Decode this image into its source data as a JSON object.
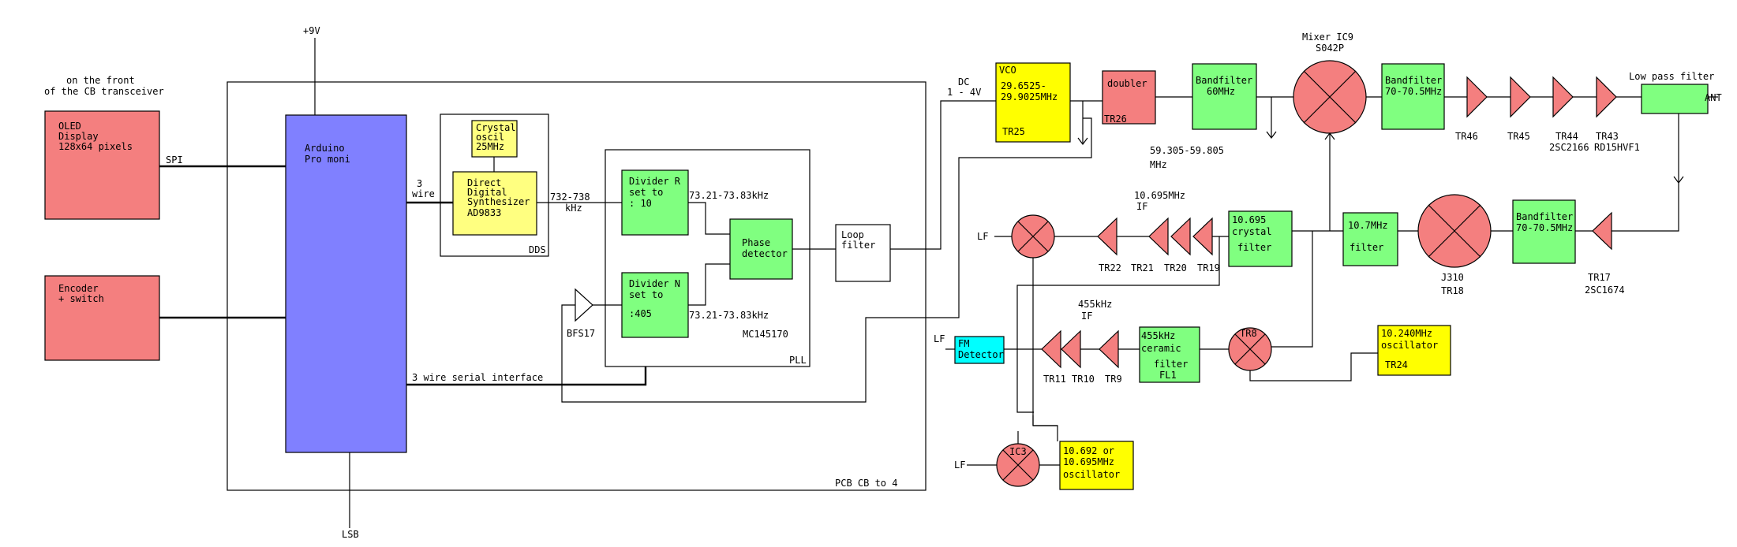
{
  "labels": {
    "plus9v": "+9V",
    "front1": "on the front",
    "front2": "of the CB transceiver",
    "oled1": "OLED",
    "oled2": "Display",
    "oled3": "128x64 pixels",
    "spi": "SPI",
    "encoder1": "Encoder",
    "encoder2": "+ switch",
    "arduino1": "Arduino",
    "arduino2": "Pro moni",
    "threewire1": "3",
    "threewire2": "wire",
    "serial": "3 wire serial interface",
    "lsb": "LSB",
    "pcb": "PCB CB to 4",
    "crystal1": "Crystal",
    "crystal2": "oscil",
    "crystal3": "25MHz",
    "dds1": "Direct",
    "dds2": "Digital",
    "dds3": "Synthesizer",
    "dds4": "AD9833",
    "dds_label": "DDS",
    "freq1": "732-738",
    "freq2": "kHz",
    "divr1": "Divider R",
    "divr2": "set to",
    "divr3": ": 10",
    "divn1": "Divider N",
    "divn2": "set to",
    "divn3": ":405",
    "f7321a": "73.21-73.83kHz",
    "f7321b": "73.21-73.83kHz",
    "phase1": "Phase",
    "phase2": "detector",
    "mc": "MC145170",
    "pll": "PLL",
    "bfs17": "BFS17",
    "loop1": "Loop",
    "loop2": "filter",
    "dc1": "DC",
    "dc2": "1 - 4V",
    "vco1": "VCO",
    "vco2": "29.6525-",
    "vco3": "29.9025MHz",
    "vco4": "TR25",
    "doubler": "doubler",
    "tr26": "TR26",
    "bf60_1": "Bandfilter",
    "bf60_2": "60MHz",
    "f59_1": "59.305-59.805",
    "f59_2": "MHz",
    "mixer1": "Mixer IC9",
    "mixer2": "S042P",
    "bf70a_1": "Bandfilter",
    "bf70a_2": "70-70.5MHz",
    "tr46": "TR46",
    "tr45": "TR45",
    "tr44a": "TR44",
    "tr44b": "2SC2166",
    "tr43a": "TR43",
    "tr43b": "RD15HVF1",
    "lpf": "Low pass filter",
    "ant": "ANT",
    "f10695a": "10.695MHz",
    "f10695b": "IF",
    "lf1": "LF",
    "tr22": "TR22",
    "tr21": "TR21",
    "tr20": "TR20",
    "tr19": "TR19",
    "xtal1": "10.695",
    "xtal2": "crystal",
    "xtal3": "filter",
    "f107a": "10.7MHz",
    "f107b": "filter",
    "j310a": "J310",
    "j310b": "TR18",
    "bf70b_1": "Bandfilter",
    "bf70b_2": "70-70.5MHz",
    "tr17a": "TR17",
    "tr17b": "2SC1674",
    "f455a": "455kHz",
    "f455b": "IF",
    "lf2": "LF",
    "fm1": "FM",
    "fm2": "Detector",
    "tr11": "TR11",
    "tr10": "TR10",
    "tr9": "TR9",
    "cer1": "455kHz",
    "cer2": "ceramic",
    "cer3": "filter",
    "cer4": "FL1",
    "tr8": "TR8",
    "osc10240a": "10.240MHz",
    "osc10240b": "oscillator",
    "osc10240c": "TR24",
    "lf3": "LF",
    "ic3": "IC3",
    "osc1069a": "10.692 or",
    "osc1069b": "10.695MHz",
    "osc1069c": "oscillator"
  },
  "colors": {
    "red_block": "#f47f7f",
    "green_block": "#80ff80",
    "yellow_block": "#ffff00",
    "blue_block": "#8080ff",
    "cyan_block": "#00ffff"
  }
}
